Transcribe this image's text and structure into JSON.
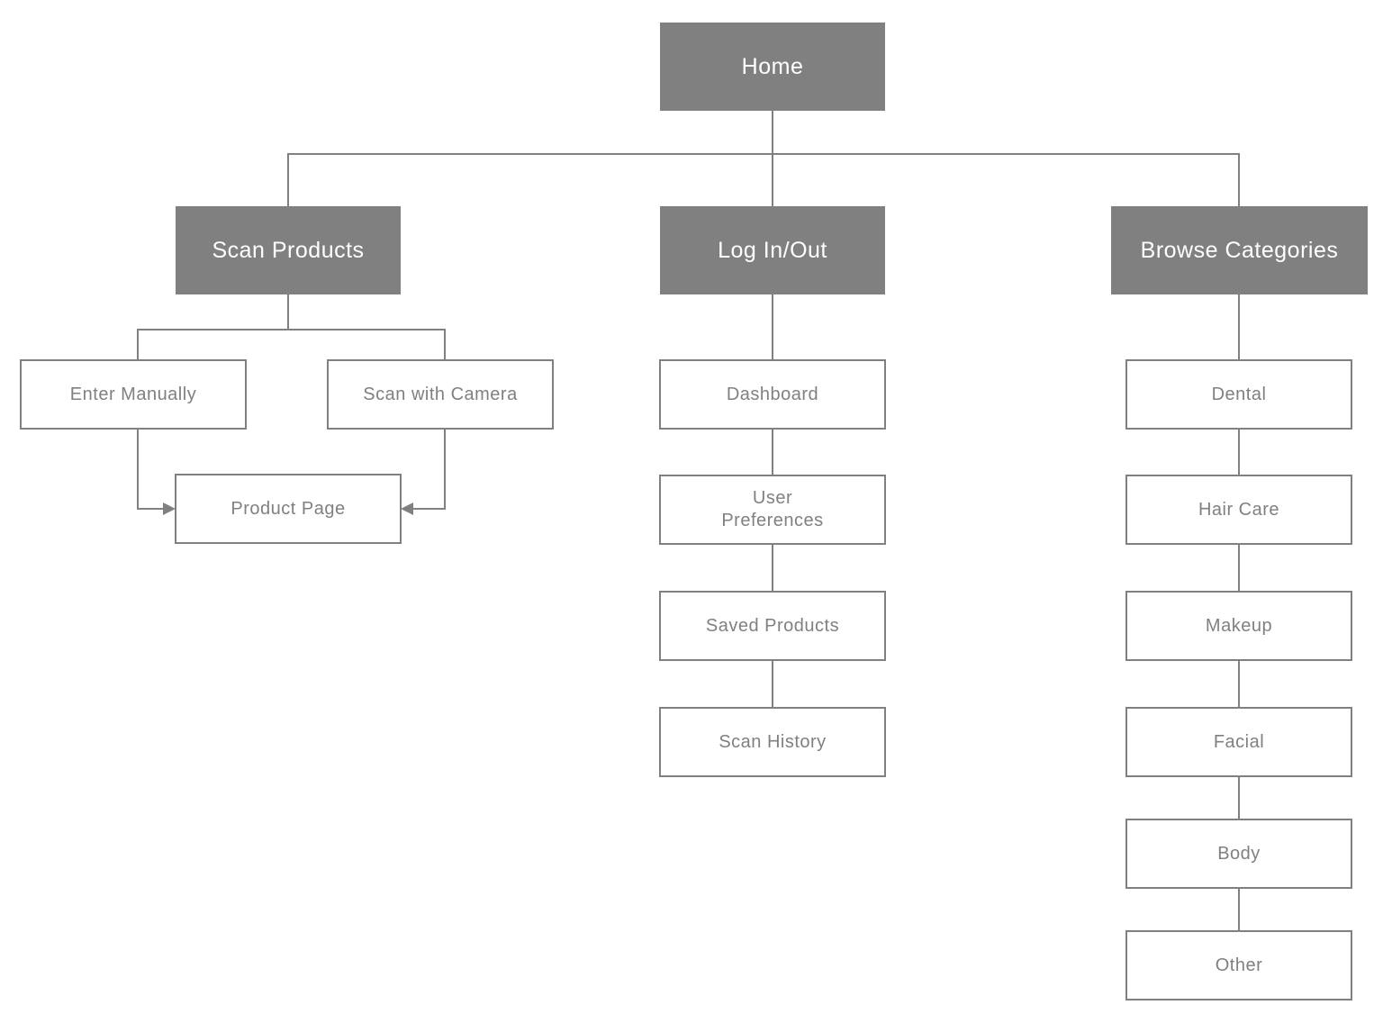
{
  "colors": {
    "primary_fill": "#808080",
    "primary_text": "#ffffff",
    "secondary_border": "#808080",
    "secondary_text": "#808080",
    "connector": "#808080"
  },
  "nodes": {
    "home": "Home",
    "scan_products": "Scan Products",
    "log_in_out": "Log In/Out",
    "browse_categories": "Browse Categories",
    "enter_manually": "Enter Manually",
    "scan_with_camera": "Scan with Camera",
    "product_page": "Product Page",
    "dashboard": "Dashboard",
    "user_preferences_line1": "User",
    "user_preferences_line2": "Preferences",
    "saved_products": "Saved Products",
    "scan_history": "Scan History",
    "dental": "Dental",
    "hair_care": "Hair Care",
    "makeup": "Makeup",
    "facial": "Facial",
    "body": "Body",
    "other": "Other"
  }
}
